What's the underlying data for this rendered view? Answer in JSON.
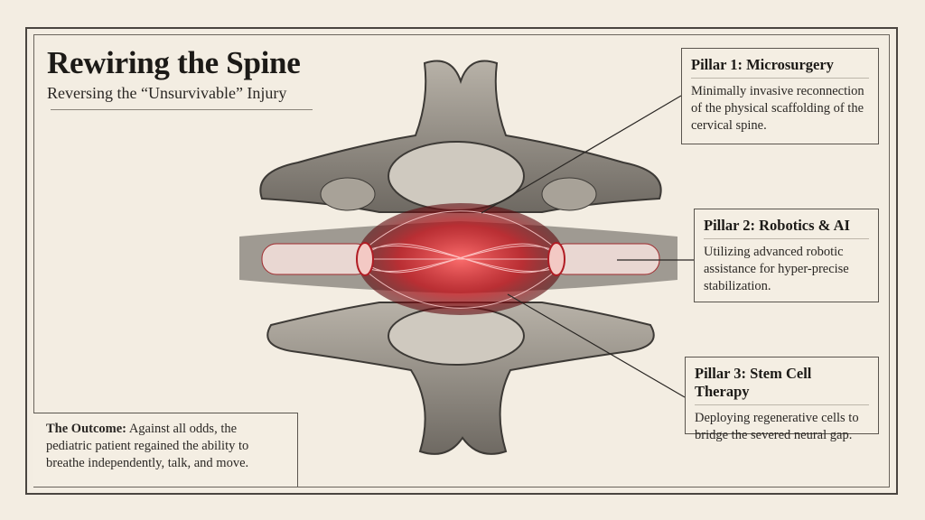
{
  "header": {
    "title": "Rewiring the Spine",
    "subtitle": "Reversing the “Unsurvivable” Injury"
  },
  "pillars": [
    {
      "title": "Pillar 1: Microsurgery",
      "text": "Minimally invasive reconnection of the physical scaffolding of the cervical spine."
    },
    {
      "title": "Pillar 2: Robotics & AI",
      "text": "Utilizing advanced robotic assistance for hyper-precise stabilization."
    },
    {
      "title": "Pillar 3: Stem Cell Therapy",
      "text": "Deploying regenerative cells to bridge the severed neural gap."
    }
  ],
  "outcome": {
    "label": "The Outcome:",
    "text": " Against all odds, the pediatric patient regained the ability to breathe independently, talk, and move."
  },
  "colors": {
    "background": "#f3ede2",
    "bone": "#8f8a82",
    "nerve": "#d8202a",
    "ink": "#1c1a17"
  }
}
